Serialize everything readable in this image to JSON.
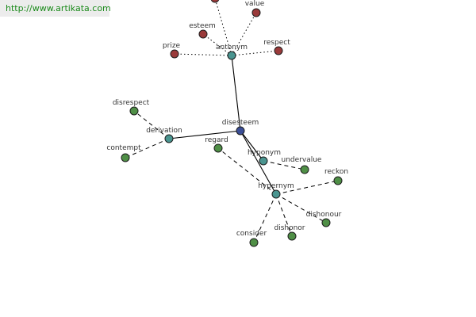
{
  "site_url": "http://www.artikata.com",
  "colors": {
    "center": "#3a4e96",
    "relation": "#4a9590",
    "antonym_word": "#9a3a3a",
    "related_word": "#4f8f46"
  },
  "graph": {
    "center": {
      "label": "disesteem"
    },
    "relations": [
      {
        "id": "antonym",
        "label": "antonym",
        "style": "dotted",
        "words": [
          "esteem",
          "value",
          "respect",
          "prize",
          ""
        ]
      },
      {
        "id": "derivation",
        "label": "derivation",
        "style": "dashed",
        "words": [
          "disrespect",
          "contempt"
        ]
      },
      {
        "id": "hyponym",
        "label": "hyponym",
        "style": "dashed",
        "words": [
          "undervalue"
        ]
      },
      {
        "id": "hypernym",
        "label": "hypernym",
        "style": "dashed",
        "words": [
          "regard",
          "reckon",
          "dishonour",
          "dishonor",
          "consider"
        ]
      }
    ]
  }
}
